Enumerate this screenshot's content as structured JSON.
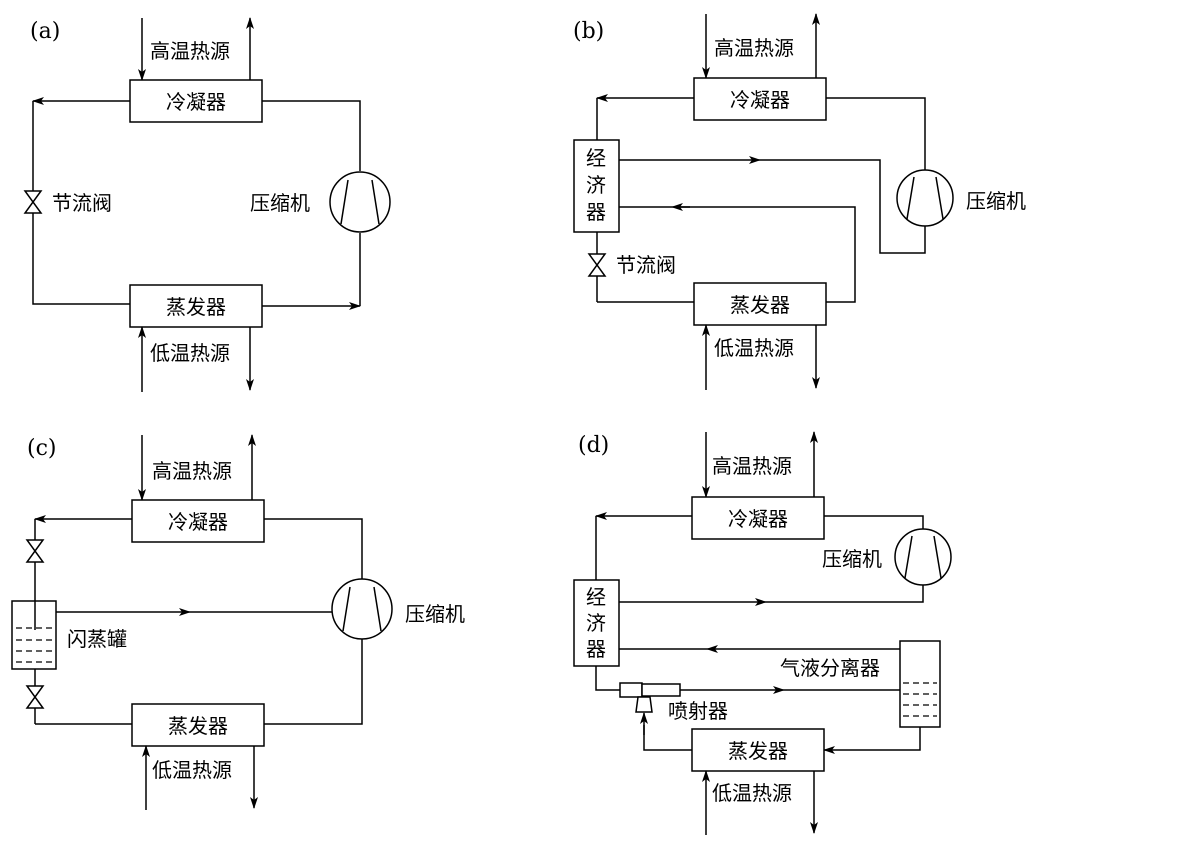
{
  "panels": {
    "a": {
      "label": "(a)",
      "high_source": "高温热源",
      "condenser": "冷凝器",
      "compressor": "压缩机",
      "valve": "节流阀",
      "evaporator": "蒸发器",
      "low_source": "低温热源"
    },
    "b": {
      "label": "(b)",
      "high_source": "高温热源",
      "condenser": "冷凝器",
      "economizer": [
        "经",
        "济",
        "器"
      ],
      "compressor": "压缩机",
      "valve": "节流阀",
      "evaporator": "蒸发器",
      "low_source": "低温热源"
    },
    "c": {
      "label": "(c)",
      "high_source": "高温热源",
      "condenser": "冷凝器",
      "flash_tank": "闪蒸罐",
      "compressor": "压缩机",
      "evaporator": "蒸发器",
      "low_source": "低温热源"
    },
    "d": {
      "label": "(d)",
      "high_source": "高温热源",
      "condenser": "冷凝器",
      "compressor": "压缩机",
      "economizer": [
        "经",
        "济",
        "器"
      ],
      "separator": "气液分离器",
      "ejector": "喷射器",
      "evaporator": "蒸发器",
      "low_source": "低温热源"
    }
  }
}
